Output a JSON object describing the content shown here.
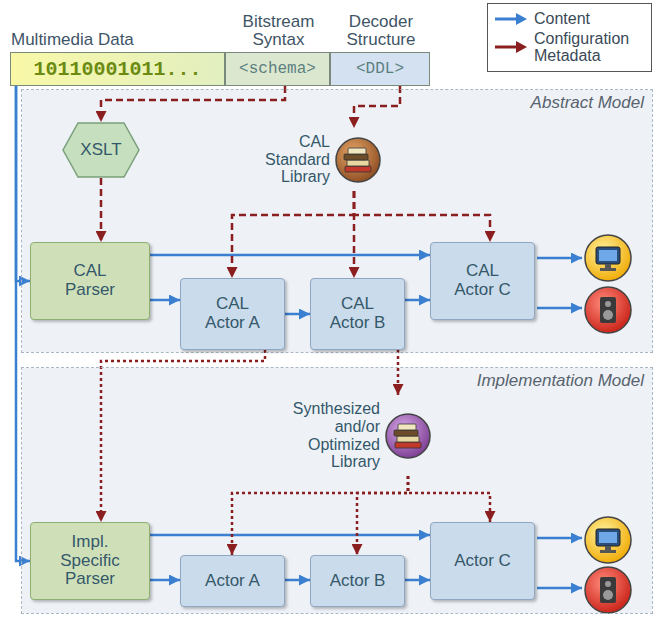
{
  "diagram": {
    "nodes": [
      {
        "text": [
          "Multimedia Data",
          "10110001011..."
        ]
      },
      {
        "text": [
          "Bitstream Syntax",
          "<schema>"
        ]
      },
      {
        "text": [
          "Decoder Structure",
          "<DDL>"
        ]
      },
      {
        "text": [
          "Abstract Model"
        ]
      },
      {
        "text": [
          "XSLT"
        ],
        "in": 3
      },
      {
        "text": [
          "CAL Standard Library"
        ],
        "in": 3
      },
      {
        "text": [
          "CAL Parser"
        ],
        "in": 3
      },
      {
        "text": [
          "CAL Actor A"
        ],
        "in": 3
      },
      {
        "text": [
          "CAL Actor B"
        ],
        "in": 3
      },
      {
        "text": [
          "CAL Actor C"
        ],
        "in": 3
      },
      {
        "text": [
          "Implementation Model"
        ]
      },
      {
        "text": [
          "Synthesized and/or Optimized Library"
        ],
        "in": 10
      },
      {
        "text": [
          "Impl. Specific Parser"
        ],
        "in": 10
      },
      {
        "text": [
          "Actor A"
        ],
        "in": 10
      },
      {
        "text": [
          "Actor B"
        ],
        "in": 10
      },
      {
        "text": [
          "Actor C"
        ],
        "in": 10
      }
    ],
    "edges": [
      {
        "from": 0,
        "to": 6,
        "arrow": "to"
      },
      {
        "from": 0,
        "to": 12,
        "arrow": "to"
      },
      {
        "from": 6,
        "to": 9,
        "arrow": "to"
      },
      {
        "from": 6,
        "to": 7,
        "arrow": "to"
      },
      {
        "from": 7,
        "to": 8,
        "arrow": "to"
      },
      {
        "from": 8,
        "to": 9,
        "arrow": "to"
      },
      {
        "from": 12,
        "to": 15,
        "arrow": "to"
      },
      {
        "from": 12,
        "to": 13,
        "arrow": "to"
      },
      {
        "from": 13,
        "to": 14,
        "arrow": "to"
      },
      {
        "from": 14,
        "to": 15,
        "arrow": "to"
      },
      {
        "from": 1,
        "to": 4,
        "arrow": "to"
      },
      {
        "from": 4,
        "to": 6,
        "arrow": "to"
      },
      {
        "from": 2,
        "to": 5,
        "arrow": "to"
      },
      {
        "from": 5,
        "to": 7,
        "arrow": "to"
      },
      {
        "from": 5,
        "to": 8,
        "arrow": "to"
      },
      {
        "from": 5,
        "to": 9,
        "arrow": "to"
      },
      {
        "from": 7,
        "to": 12,
        "arrow": "to"
      },
      {
        "from": 8,
        "to": 11,
        "arrow": "to"
      },
      {
        "from": 11,
        "to": 13,
        "arrow": "to"
      },
      {
        "from": 11,
        "to": 14,
        "arrow": "to"
      },
      {
        "from": 11,
        "to": 15,
        "arrow": "to"
      }
    ],
    "legend": [
      {
        "text": "Content"
      },
      {
        "text": "Configuration Metadata"
      }
    ]
  }
}
